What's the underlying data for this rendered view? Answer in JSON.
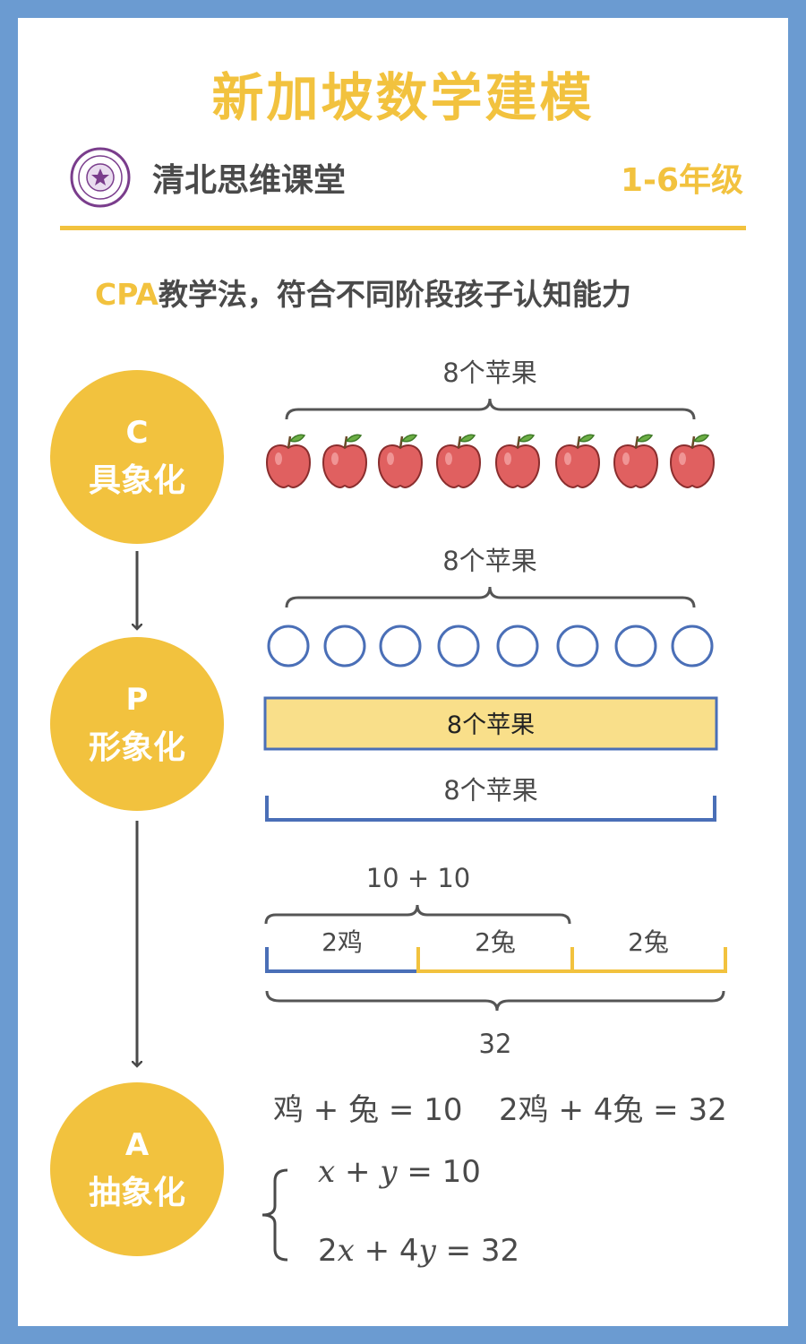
{
  "header": {
    "title": "新加坡数学建模",
    "org_name": "清北思维课堂",
    "grade": "1-6年级",
    "logo_icon": "university-seal-icon"
  },
  "subtitle": {
    "highlight": "CPA",
    "rest": "教学法，符合不同阶段孩子认知能力"
  },
  "stages": [
    {
      "letter": "C",
      "label": "具象化"
    },
    {
      "letter": "P",
      "label": "形象化"
    },
    {
      "letter": "A",
      "label": "抽象化"
    }
  ],
  "concrete": {
    "brace_label": "8个苹果",
    "apple_count": 8,
    "item_icon": "apple-icon"
  },
  "pictorial": {
    "circles_label": "8个苹果",
    "circle_count": 8,
    "bar_label": "8个苹果",
    "line_label": "8个苹果",
    "split_top_label": "10 + 10",
    "segments": [
      "2鸡",
      "2兔",
      "2兔"
    ],
    "split_bottom_label": "32"
  },
  "abstract": {
    "word_eq_1": "鸡 + 兔 = 10",
    "word_eq_2": "2鸡 + 4兔 = 32",
    "sys_eq_1": {
      "a": "x",
      "op": " + ",
      "b": "y",
      "rhs": " = 10"
    },
    "sys_eq_2": {
      "c1": "2",
      "a": "x",
      "op": " + 4",
      "b": "y",
      "rhs": " = 32"
    }
  },
  "colors": {
    "background": "#6b9bd1",
    "accent_yellow": "#f2c23e",
    "bar_fill": "#f9df8a",
    "blue": "#4a6fb7",
    "apple_red": "#e06060",
    "text": "#4a4a4a"
  }
}
